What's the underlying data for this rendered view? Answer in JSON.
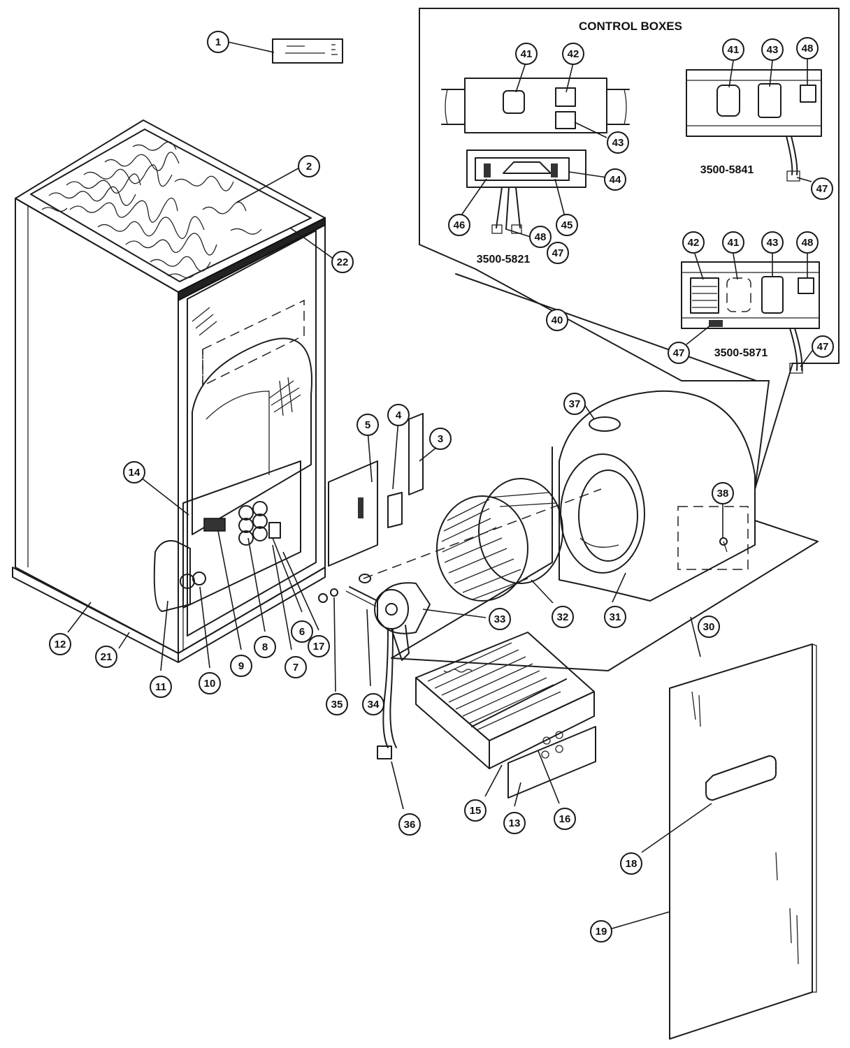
{
  "diagram": {
    "control_boxes_title": "CONTROL BOXES",
    "box_labels": {
      "box_5821": "3500-5821",
      "box_5841": "3500-5841",
      "box_5871": "3500-5871"
    },
    "callouts": [
      {
        "id": "c1",
        "label": "1"
      },
      {
        "id": "c2",
        "label": "2"
      },
      {
        "id": "c3",
        "label": "3"
      },
      {
        "id": "c4",
        "label": "4"
      },
      {
        "id": "c5",
        "label": "5"
      },
      {
        "id": "c6",
        "label": "6"
      },
      {
        "id": "c7",
        "label": "7"
      },
      {
        "id": "c8",
        "label": "8"
      },
      {
        "id": "c9",
        "label": "9"
      },
      {
        "id": "c10",
        "label": "10"
      },
      {
        "id": "c11",
        "label": "11"
      },
      {
        "id": "c12",
        "label": "12"
      },
      {
        "id": "c13",
        "label": "13"
      },
      {
        "id": "c14",
        "label": "14"
      },
      {
        "id": "c15",
        "label": "15"
      },
      {
        "id": "c16",
        "label": "16"
      },
      {
        "id": "c17",
        "label": "17"
      },
      {
        "id": "c18",
        "label": "18"
      },
      {
        "id": "c19",
        "label": "19"
      },
      {
        "id": "c21",
        "label": "21"
      },
      {
        "id": "c22",
        "label": "22"
      },
      {
        "id": "c30",
        "label": "30"
      },
      {
        "id": "c31",
        "label": "31"
      },
      {
        "id": "c32",
        "label": "32"
      },
      {
        "id": "c33",
        "label": "33"
      },
      {
        "id": "c34",
        "label": "34"
      },
      {
        "id": "c35",
        "label": "35"
      },
      {
        "id": "c36",
        "label": "36"
      },
      {
        "id": "c37",
        "label": "37"
      },
      {
        "id": "c38",
        "label": "38"
      },
      {
        "id": "c40",
        "label": "40"
      },
      {
        "id": "b1_41",
        "label": "41"
      },
      {
        "id": "b1_42",
        "label": "42"
      },
      {
        "id": "b1_43",
        "label": "43"
      },
      {
        "id": "b1_44",
        "label": "44"
      },
      {
        "id": "b1_45",
        "label": "45"
      },
      {
        "id": "b1_46",
        "label": "46"
      },
      {
        "id": "b1_47",
        "label": "47"
      },
      {
        "id": "b1_48",
        "label": "48"
      },
      {
        "id": "b2_41",
        "label": "41"
      },
      {
        "id": "b2_43",
        "label": "43"
      },
      {
        "id": "b2_48",
        "label": "48"
      },
      {
        "id": "b2_47",
        "label": "47"
      },
      {
        "id": "b3_42",
        "label": "42"
      },
      {
        "id": "b3_41",
        "label": "41"
      },
      {
        "id": "b3_43",
        "label": "43"
      },
      {
        "id": "b3_48",
        "label": "48"
      },
      {
        "id": "b3_47a",
        "label": "47"
      },
      {
        "id": "b3_47b",
        "label": "47"
      }
    ]
  }
}
